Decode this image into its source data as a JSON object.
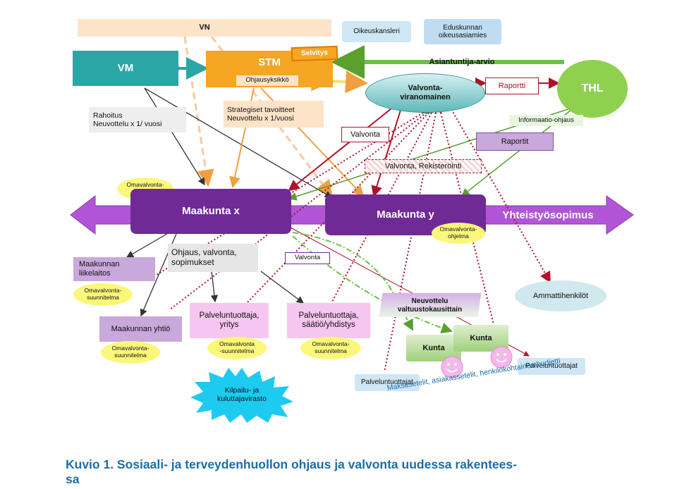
{
  "nodes": {
    "vn": "VN",
    "oikeuskansleri": "Oikeuskansleri",
    "eduskunnan_oikeusasiamies": "Eduskunnan oikeusasiamies",
    "vm": "VM",
    "stm": "STM",
    "selvitys": "Selvitys",
    "ohjausyksikko": "Ohjausyksikkö",
    "asiantuntija_arvio": "Asiantuntija-arvio",
    "valvontaviranomainen": "Valvonta-\nviranomainen",
    "raportti": "Raportti",
    "thl": "THL",
    "rahoitus": "Rahoitus\nNeuvottelu x 1/ vuosi",
    "strategiset": "Strategiset tavoitteet\nNeuvottelu x 1/vuosi",
    "informaatio_ohjaus": "Informaatio-ohjaus",
    "valvonta_top": "Valvonta",
    "raportit": "Raportit",
    "valvonta_rekisterointi": "Valvonta, Rekisteröinti",
    "omavalvontaohjelma_x": "Omavalvonta-\nohjelma",
    "maakunta_x": "Maakunta x",
    "maakunta_y": "Maakunta y",
    "yhteistyosopimus": "Yhteistyösopimus",
    "omavalvontaohjelma_y": "Omavalvonta-\nohjelma",
    "ohjaus_valvonta": "Ohjaus, valvonta,\nsopimukset",
    "maakunnan_liikelaitos": "Maakunnan\nliikelaitos",
    "omavalvontasuunnitelma_1": "Omavalvonta-\nsuunnitelma",
    "valvonta_mid": "Valvonta",
    "ammattihenkilot": "Ammattihenkilöt",
    "neuvottelu": "Neuvottelu\nvaltuustokausittain",
    "maakunnan_yhtio": "Maakunnan yhtiö",
    "palveluntuottaja_yritys": "Palveluntuottaja,\nyritys",
    "palveluntuottaja_saatio": "Palveluntuottaja,\nsäätiö/yhdistys",
    "kunta_1": "Kunta",
    "kunta_2": "Kunta",
    "omavalvontasuunnitelma_2": "Omavalvonta-\nsuunnitelma",
    "omavalvontasuunnitelma_3": "Omavalvonta\n-suunnitelma",
    "omavalvontasuunnitelma_4": "Omavalvonta-\nsuunnitelma",
    "palveluntuottajat_right": "Palveluntuottajat",
    "kilpailu": "Kilpailu- ja\nkuluttajavirasto",
    "palveluntuottajat_bottom": "Palveluntuottajat",
    "maksusetelit": "Maksusetelit, asiakassetelit, henkilökohtainen budjetti"
  },
  "caption": "Kuvio 1. Sosiaali- ja terveydenhuollon ohjaus ja valvonta uudessa rakentees-\nsa",
  "colors": {
    "purple": "#6f2a96",
    "teal": "#2aa6a6",
    "orange": "#f5a623",
    "green": "#8fd14f",
    "peach": "#fde3c8",
    "pink_light": "#f6c6f0",
    "lavender": "#c9a8dc",
    "yellow": "#fbf77a",
    "light_blue": "#cfe6f5",
    "caption_blue": "#1a6ea8",
    "red_arrow": "#b0122a"
  }
}
